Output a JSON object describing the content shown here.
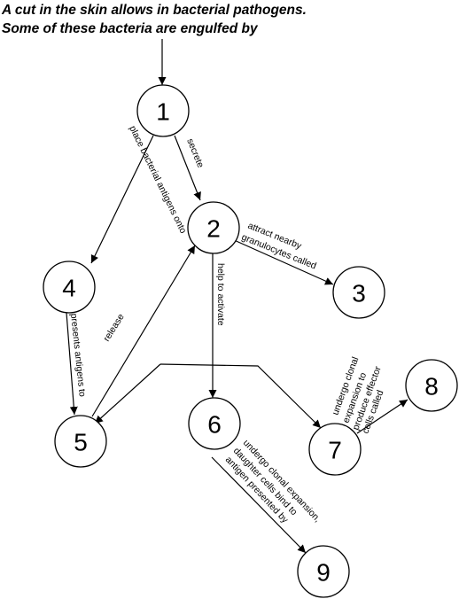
{
  "title": {
    "line1": "A cut in the skin allows in bacterial pathogens.",
    "line2": "Some of these bacteria are engulfed by"
  },
  "nodes": {
    "n1": "1",
    "n2": "2",
    "n3": "3",
    "n4": "4",
    "n5": "5",
    "n6": "6",
    "n7": "7",
    "n8": "8",
    "n9": "9"
  },
  "edge_labels": {
    "e1_4": "place bacterial antigens onto",
    "e1_2": "secrete",
    "e2_3_line1": "attract nearby",
    "e2_3_line2": "granulocytes called",
    "e2_6": "help to activate",
    "e4_5": "presents antigens to",
    "e5_2": "release",
    "e7_8_line1": "undergo clonal",
    "e7_8_line2": "expansion to",
    "e7_8_line3": "produce effector",
    "e7_8_line4": "cells called",
    "e6_9_line1": "undergo clonal expansion,",
    "e6_9_line2": "daughter cells bind to",
    "e6_9_line3": "antigen presented by"
  }
}
